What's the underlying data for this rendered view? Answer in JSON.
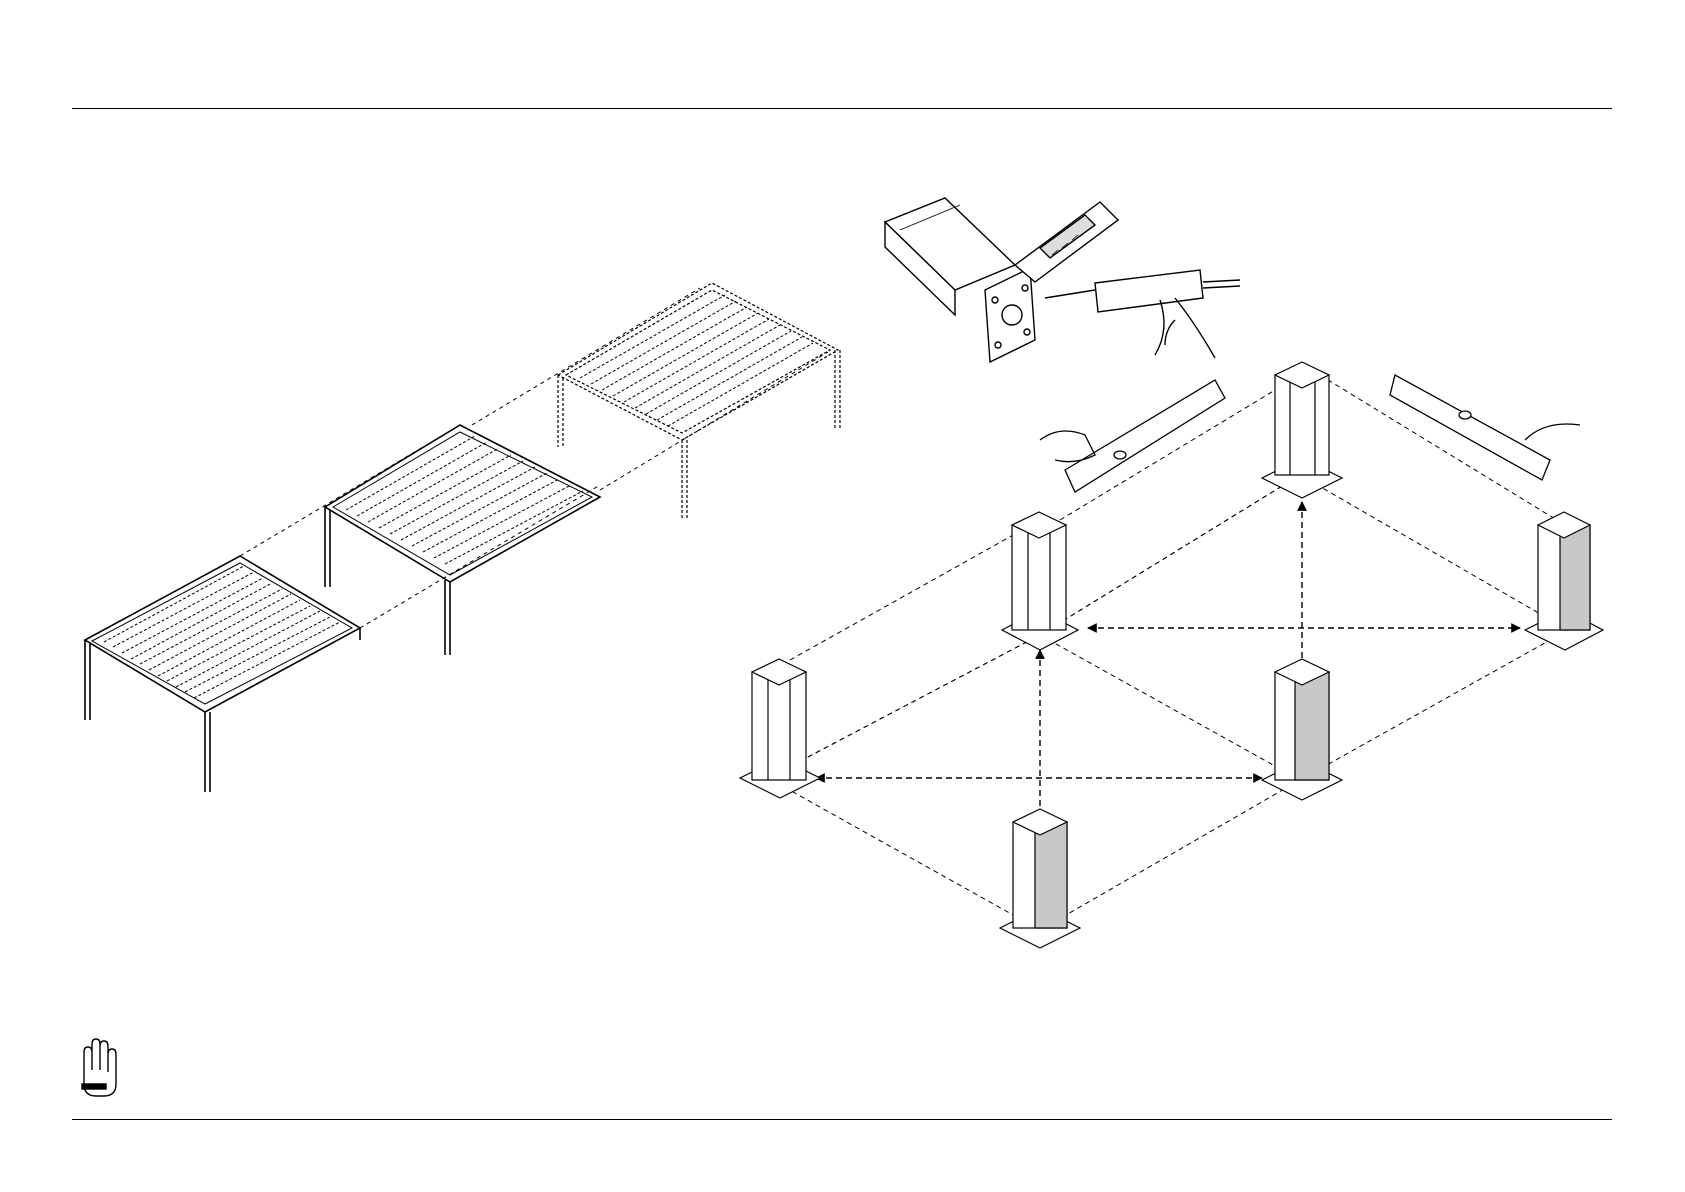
{
  "page": {
    "title": "",
    "page_number": ""
  },
  "figures": {
    "pergola_sequence": {
      "name": "pergola-assembly-sequence",
      "stages": 3
    },
    "sealant_step": {
      "name": "post-base-sealant-step"
    },
    "post_layout": {
      "name": "post-layout-plan",
      "post_count": 6
    }
  },
  "icons": {
    "gloves": "glove-warning-icon",
    "cutter": "utility-knife-icon",
    "caulk": "caulk-gun-icon",
    "level": "spirit-level-icon"
  },
  "colors": {
    "line": "#000000",
    "shade": "#c8c8c8",
    "paper": "#ffffff"
  }
}
